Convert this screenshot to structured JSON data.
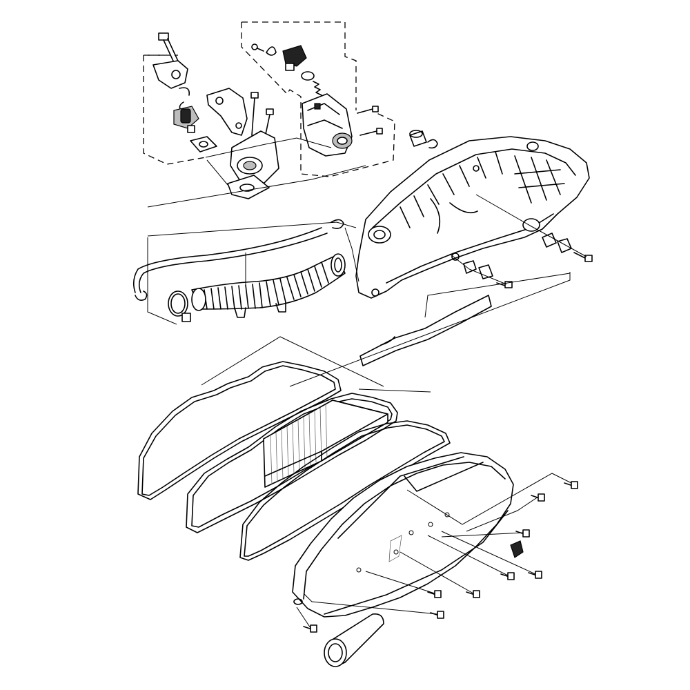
{
  "diagram": {
    "type": "exploded-parts-diagram",
    "line_color": "#000000",
    "background_color": "#ffffff",
    "parts": [
      "throttle-position-sensor-group",
      "idle-control-valve-group",
      "throttle-body",
      "intake-manifold",
      "breather-hose",
      "intake-duct",
      "air-filter-case",
      "foam-seal-strip",
      "case-gasket",
      "air-filter-element",
      "cover-gasket",
      "air-filter-cover",
      "intake-snorkel",
      "cover-screws",
      "case-mounting-bolts"
    ]
  }
}
